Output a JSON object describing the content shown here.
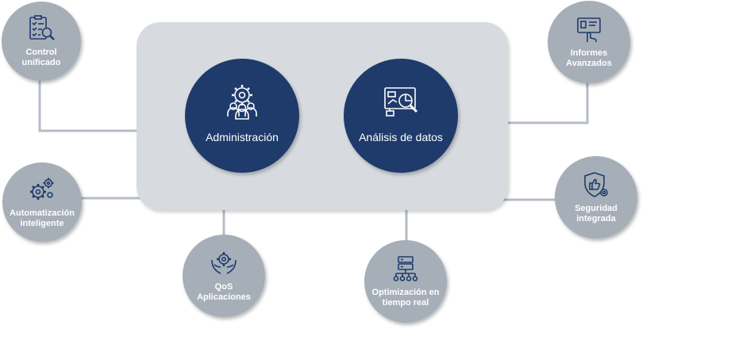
{
  "hubs": {
    "admin": {
      "label": "Administración",
      "icon": "people-gear-icon"
    },
    "analysis": {
      "label": "Análisis de datos",
      "icon": "data-analysis-icon"
    }
  },
  "satellites": {
    "control": {
      "label": "Control\nunificado",
      "icon": "checklist-search-icon"
    },
    "automation": {
      "label": "Automatización\ninteligente",
      "icon": "gears-icon"
    },
    "qos": {
      "label": "QoS\nAplicaciones",
      "icon": "hands-gear-icon"
    },
    "optimization": {
      "label": "Optimización en\ntiempo real",
      "icon": "server-network-icon"
    },
    "security": {
      "label": "Seguridad\nintegrada",
      "icon": "shield-thumbs-up-icon"
    },
    "reports": {
      "label": "Informes\nAvanzados",
      "icon": "report-touch-icon"
    }
  },
  "colors": {
    "hub": "#1f3b6b",
    "satellite": "#a6aeb8",
    "panel": "#d7dbe0",
    "connector": "#b4bcc5"
  }
}
